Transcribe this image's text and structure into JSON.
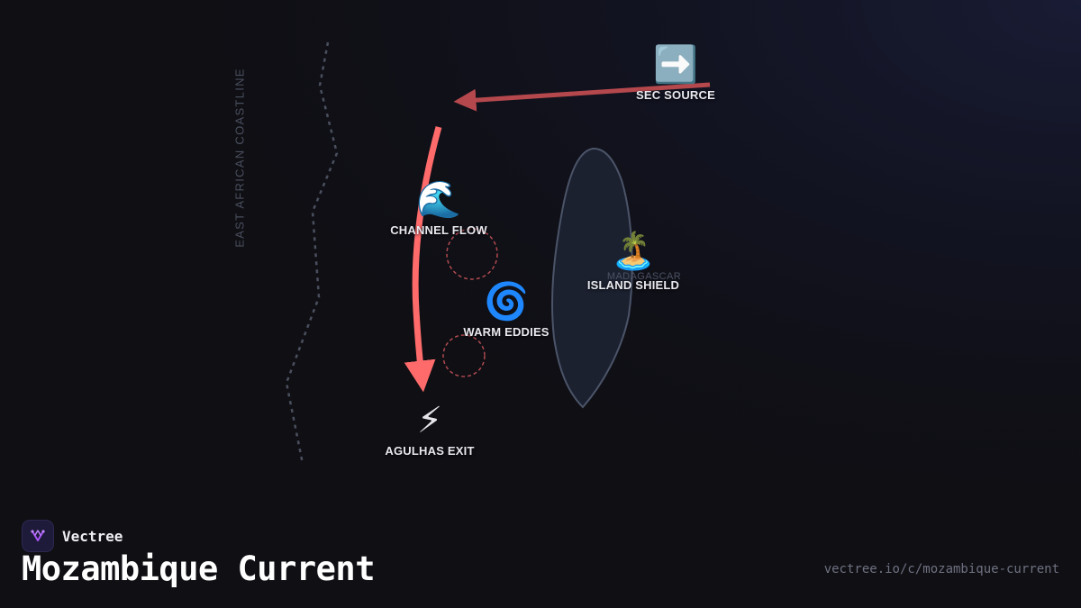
{
  "page": {
    "title": "Mozambique Current",
    "url": "vectree.io/c/mozambique-current",
    "brand": {
      "name": "Vectree",
      "logo_icon": "vectree-logo-icon"
    }
  },
  "map": {
    "coast_label": "EAST AFRICAN COASTLINE",
    "island_label": "MADAGASCAR"
  },
  "nodes": [
    {
      "id": "sec-source",
      "label": "SEC SOURCE",
      "emoji": "➡️",
      "icon": "right-arrow-icon"
    },
    {
      "id": "channel-flow",
      "label": "CHANNEL FLOW",
      "emoji": "🌊",
      "icon": "wave-icon"
    },
    {
      "id": "warm-eddies",
      "label": "WARM EDDIES",
      "emoji": "🌀",
      "icon": "cyclone-icon"
    },
    {
      "id": "island-shield",
      "label": "ISLAND SHIELD",
      "emoji": "🏝️",
      "icon": "island-icon"
    },
    {
      "id": "agulhas-exit",
      "label": "AGULHAS EXIT",
      "emoji": "⚡",
      "icon": "lightning-icon"
    }
  ],
  "colors": {
    "background": "#0f0f14",
    "current": "#ff6b6b",
    "source_arrow": "#b5484d",
    "eddy": "#b04a50",
    "coast": "#4a4f5e",
    "island_fill": "#1c2130",
    "island_stroke": "#4b5468",
    "brand_accent": "#a855f7"
  }
}
